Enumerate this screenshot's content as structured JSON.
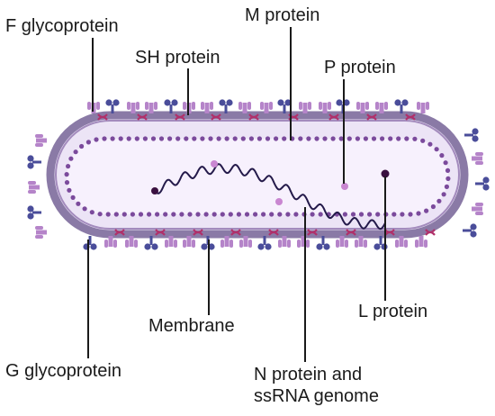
{
  "labels": {
    "f_glycoprotein": "F glycoprotein",
    "m_protein": "M protein",
    "sh_protein": "SH protein",
    "p_protein": "P protein",
    "membrane": "Membrane",
    "l_protein": "L protein",
    "g_glycoprotein": "G glycoprotein",
    "n_protein_line1": "N protein and",
    "n_protein_line2": "ssRNA genome"
  },
  "colors": {
    "envelope_outer": "#8a7aa6",
    "envelope_fill": "#ece4f6",
    "inner_fill": "#f7f1fd",
    "n_beads": "#7b4a9c",
    "genome_strand": "#241a4a",
    "f_glycoprotein": "#b584c9",
    "g_glycoprotein": "#4a4d9a",
    "sh_protein": "#b0306a",
    "m_protein": "#6a4aa0",
    "l_protein": "#3a1040",
    "p_protein": "#c986d1",
    "leader_line": "#1a1a1a"
  }
}
